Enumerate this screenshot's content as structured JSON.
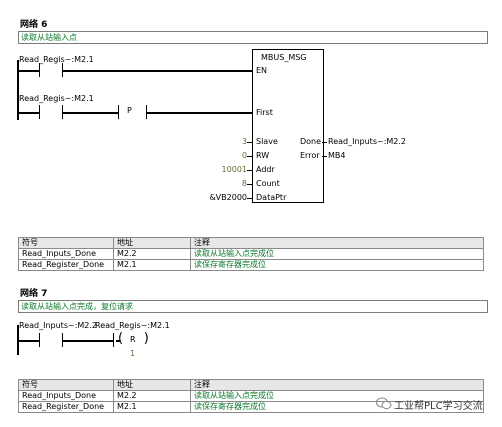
{
  "network6": {
    "title": "网络 6",
    "comment": "读取从站输入点",
    "contact1_label": "Read_Regis~:M2.1",
    "contact2_label": "Read_Regis~:M2.1",
    "pos_edge": "P",
    "block": {
      "name": "MBUS_MSG",
      "en": "EN",
      "first": "First",
      "slave": "Slave",
      "rw": "RW",
      "addr": "Addr",
      "count": "Count",
      "dataptr": "DataPtr",
      "done": "Done",
      "error": "Error"
    },
    "slave_value": "3",
    "rw_value": "0",
    "addr_value": "10001",
    "count_value": "8",
    "dataptr_value": "&VB2000",
    "done_out": "Read_Inputs~:M2.2",
    "error_out": "MB4"
  },
  "table1": {
    "headers": [
      "符号",
      "地址",
      "注释"
    ],
    "rows": [
      [
        "Read_Inputs_Done",
        "M2.2",
        "读取从站输入点完成位"
      ],
      [
        "Read_Register_Done",
        "M2.1",
        "读保存寄存器完成位"
      ]
    ]
  },
  "network7": {
    "title": "网络 7",
    "comment": "读取从站输入点完成，复位请求",
    "contact1_label": "Read_Inputs~:M2.2",
    "contact2_label": "Read_Regis~:M2.1",
    "coil": "R",
    "coil_n": "1"
  },
  "table2": {
    "headers": [
      "符号",
      "地址",
      "注释"
    ],
    "rows": [
      [
        "Read_Inputs_Done",
        "M2.2",
        "读取从站输入点完成位"
      ],
      [
        "Read_Register_Done",
        "M2.1",
        "读保存寄存器完成位"
      ]
    ]
  },
  "watermark": "工业帮PLC学习交流"
}
